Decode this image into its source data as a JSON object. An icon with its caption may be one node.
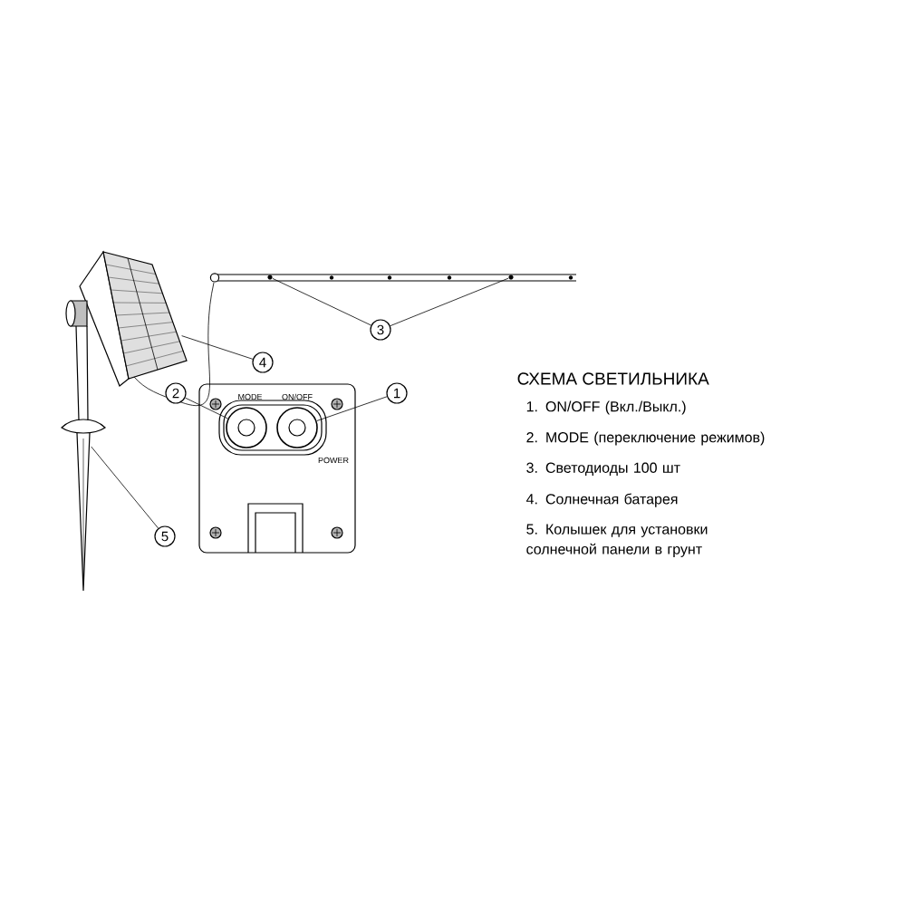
{
  "diagram": {
    "title": "СХЕМА СВЕТИЛЬНИКА",
    "nodes": [
      {
        "text": [
          "1"
        ]
      },
      {
        "text": [
          "2"
        ]
      },
      {
        "text": [
          "3"
        ]
      },
      {
        "text": [
          "4"
        ]
      },
      {
        "text": [
          "5"
        ]
      },
      {
        "text": [],
        "shape": "circle"
      },
      {
        "text": [],
        "shape": "circle"
      },
      {
        "text": [],
        "shape": "circle"
      },
      {
        "text": [],
        "shape": "circle"
      },
      {
        "text": [],
        "shape": "picture"
      },
      {
        "text": [],
        "shape": "picture"
      }
    ],
    "edges": [
      {
        "from": 0,
        "to": 5,
        "arrow": "none"
      },
      {
        "from": 1,
        "to": 6,
        "arrow": "none"
      },
      {
        "from": 2,
        "to": 7,
        "arrow": "none"
      },
      {
        "from": 2,
        "to": 8,
        "arrow": "none"
      },
      {
        "from": 3,
        "to": 9,
        "arrow": "none"
      },
      {
        "from": 4,
        "to": 10,
        "arrow": "none"
      }
    ],
    "labels": [
      "MODE",
      "ON/OFF",
      "POWER",
      "1. ON/OFF (Вкл./Выкл.)",
      "2. MODE (переключение режимов)",
      "3. Светодиоды 100 шт",
      "4. Солнечная батарея",
      "5. Колышек для установки солнечной панели в грунт"
    ]
  }
}
